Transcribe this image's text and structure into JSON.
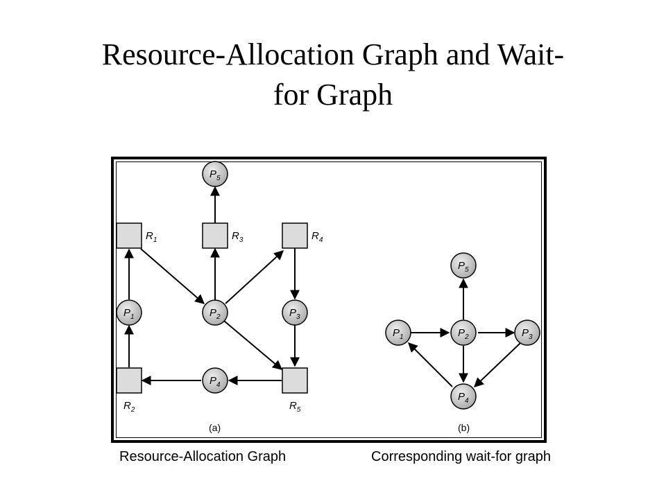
{
  "title_line1": "Resource-Allocation Graph and Wait-",
  "title_line2": "for Graph",
  "captions": {
    "left": "Resource-Allocation Graph",
    "right": "Corresponding wait-for graph"
  },
  "sublabels": {
    "a": "(a)",
    "b": "(b)"
  },
  "nodes_a": {
    "P1": {
      "letter": "P",
      "sub": "1"
    },
    "P2": {
      "letter": "P",
      "sub": "2"
    },
    "P3": {
      "letter": "P",
      "sub": "3"
    },
    "P4": {
      "letter": "P",
      "sub": "4"
    },
    "P5": {
      "letter": "P",
      "sub": "5"
    },
    "R1": {
      "letter": "R",
      "sub": "1"
    },
    "R2": {
      "letter": "R",
      "sub": "2"
    },
    "R3": {
      "letter": "R",
      "sub": "3"
    },
    "R4": {
      "letter": "R",
      "sub": "4"
    },
    "R5": {
      "letter": "R",
      "sub": "5"
    }
  },
  "nodes_b": {
    "P1": {
      "letter": "P",
      "sub": "1"
    },
    "P2": {
      "letter": "P",
      "sub": "2"
    },
    "P3": {
      "letter": "P",
      "sub": "3"
    },
    "P4": {
      "letter": "P",
      "sub": "4"
    },
    "P5": {
      "letter": "P",
      "sub": "5"
    }
  },
  "colors": {
    "process_fill": "#c8c8c8",
    "resource_fill": "#dcdcdc",
    "stroke": "#000000"
  }
}
